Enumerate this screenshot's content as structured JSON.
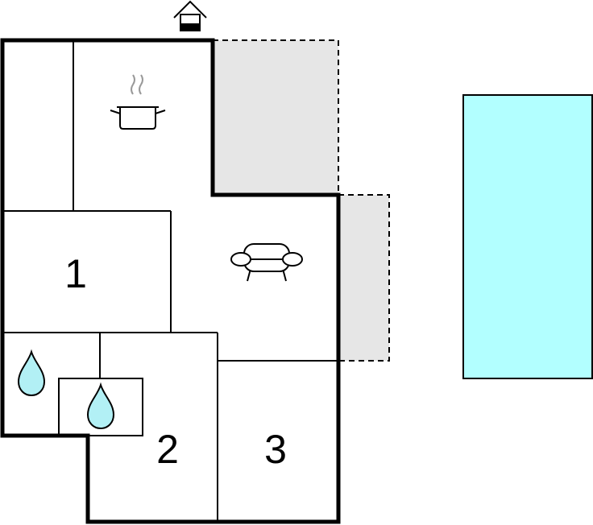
{
  "rooms": [
    {
      "id": "bedroom-1",
      "label": "1"
    },
    {
      "id": "bedroom-2",
      "label": "2"
    },
    {
      "id": "bedroom-3",
      "label": "3"
    }
  ],
  "icons": {
    "entrance": "house-entrance-icon",
    "kitchen": "cooking-pot-icon",
    "living": "sofa-icon",
    "bathroom": "water-drop-icon",
    "shower": "water-drop-icon"
  },
  "colors": {
    "wall": "#000000",
    "terrace": "#e6e6e6",
    "pool": "#b2ffff",
    "pool_border": "#000000",
    "water_drop": "#b2f0f5",
    "background": "#ffffff"
  }
}
